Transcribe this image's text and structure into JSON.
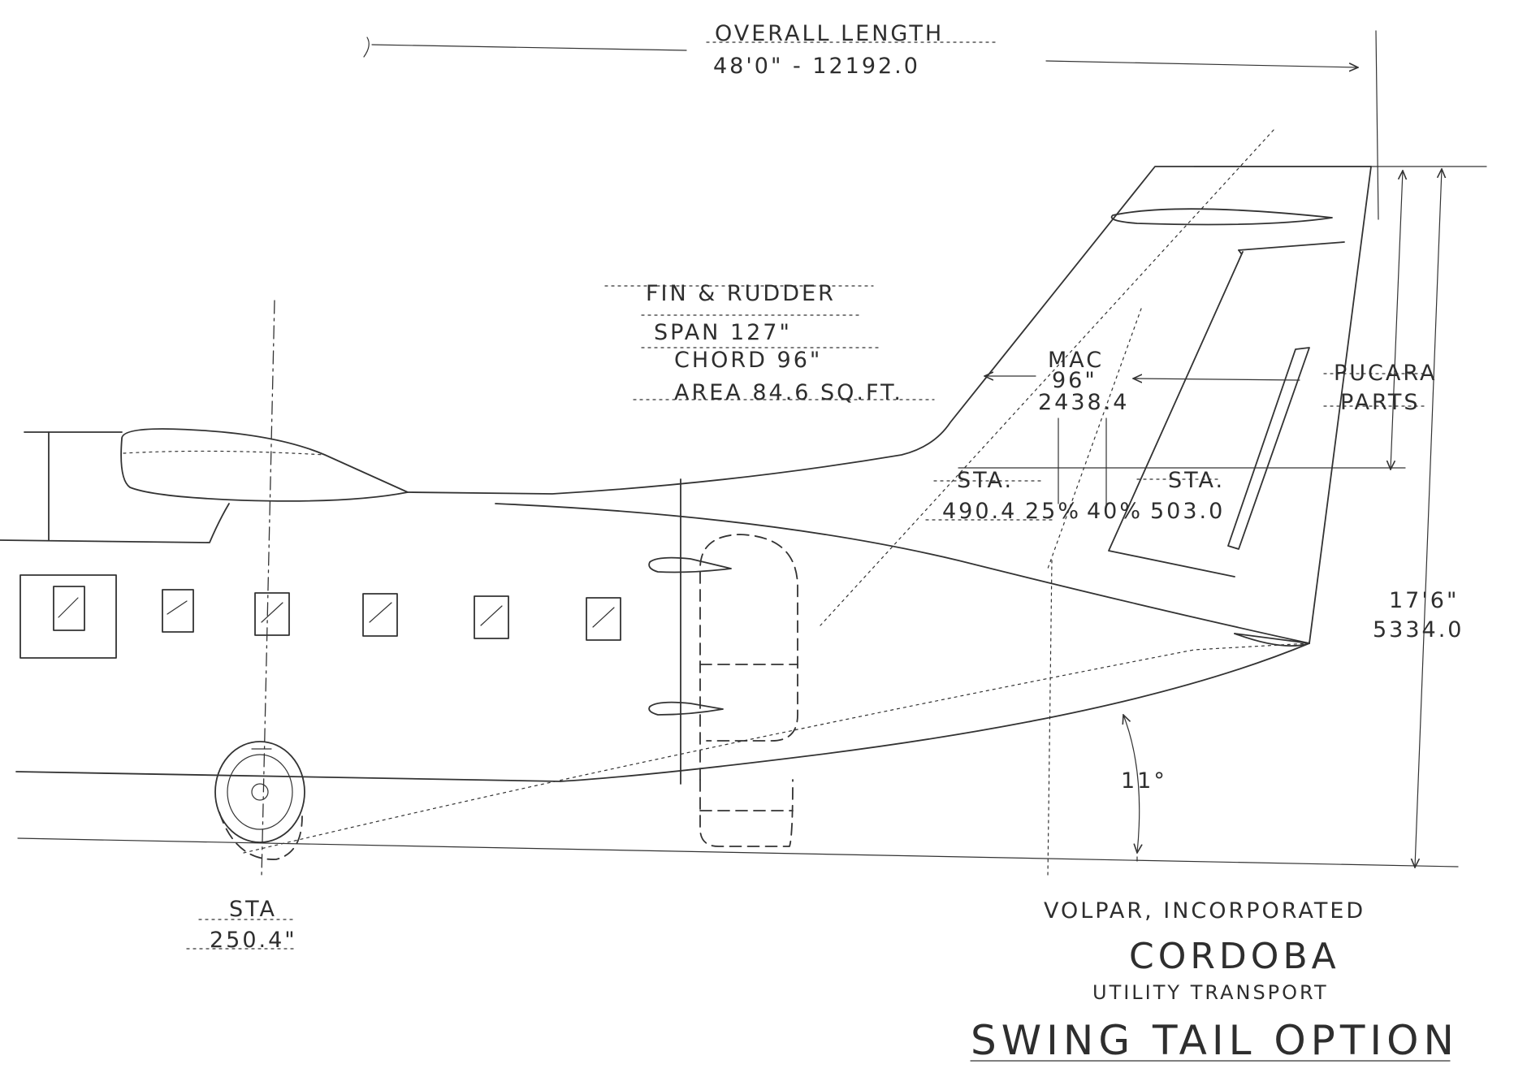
{
  "overall_length": {
    "label": "OVERALL LENGTH",
    "value": "48'0\" - 12192.0"
  },
  "fin_rudder": {
    "title": "FIN & RUDDER",
    "span": "SPAN 127\"",
    "chord": "CHORD 96\"",
    "area": "AREA 84.6 SQ.FT."
  },
  "mac": {
    "label": "MAC",
    "inches": "96\"",
    "mm": "2438.4"
  },
  "pucara_parts": {
    "line1": "PUCARA",
    "line2": "PARTS"
  },
  "sta_left": {
    "label": "STA.",
    "value": "490.4"
  },
  "percent_25": "25%",
  "percent_40": "40%",
  "sta_right": {
    "label": "STA.",
    "value": "503.0"
  },
  "height": {
    "ft": "17'6\"",
    "mm": "5334.0"
  },
  "angle": "11°",
  "sta_bottom": {
    "label": "STA",
    "value": "250.4\""
  },
  "company": "VOLPAR, INCORPORATED",
  "model": "CORDOBA",
  "subtitle": "UTILITY TRANSPORT",
  "drawing_title": "SWING TAIL OPTION"
}
